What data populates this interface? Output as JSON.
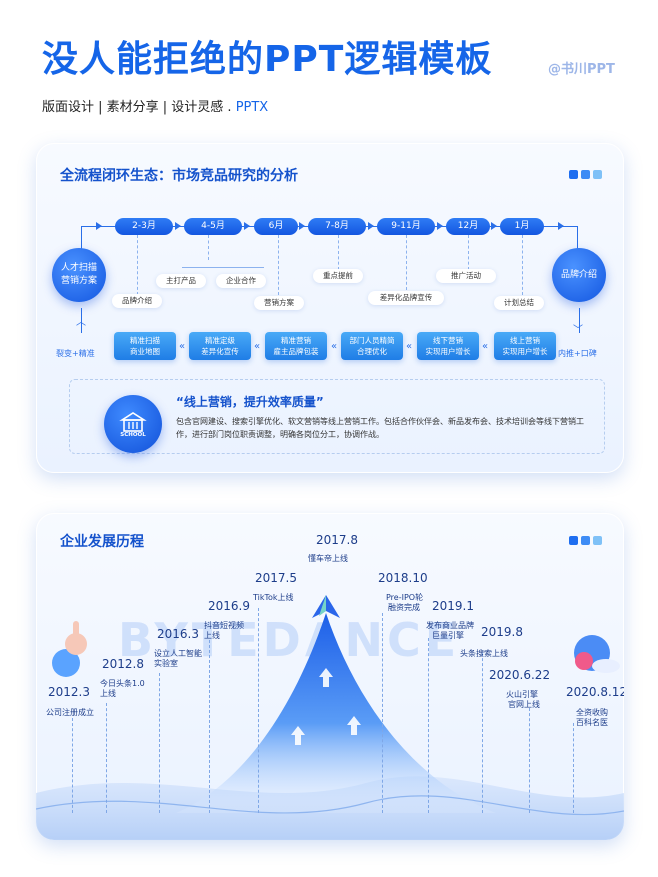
{
  "header": {
    "title": "没人能拒绝的PPT逻辑模板",
    "brand": "@书川PPT",
    "subtitle_main": "版面设计 | 素材分享 | 设计灵感 . ",
    "subtitle_accent": "PPTX"
  },
  "colors": {
    "accent": "#1565e8",
    "dark_blue": "#1452cc",
    "light_blue": "#49aaf7"
  },
  "card1": {
    "title": "全流程闭环生态：市场竞品研究的分析",
    "left_circle": [
      "人才扫描",
      "营销方案"
    ],
    "right_circle": "品牌介绍",
    "top_pills": [
      "2-3月",
      "4-5月",
      "6月",
      "7-8月",
      "9-11月",
      "12月",
      "1月"
    ],
    "notes": [
      "品牌介绍",
      "主打产品",
      "企业合作",
      "营销方案",
      "重点提前",
      "差异化品牌宣传",
      "推广活动",
      "计划总结"
    ],
    "bottom_boxes": [
      [
        "精准扫描",
        "商业地图"
      ],
      [
        "精准定级",
        "差异化宣传"
      ],
      [
        "精准营销",
        "雇主品牌包装"
      ],
      [
        "部门人员精简",
        "合理优化"
      ],
      [
        "线下营销",
        "实现用户增长"
      ],
      [
        "线上营销",
        "实现用户增长"
      ]
    ],
    "left_label": "裂变+精准",
    "right_label": "内推+口碑",
    "quote_title": "“线上营销，提升效率质量”",
    "quote_text": "包含官网建设、搜索引擎优化、软文营销等线上营销工作。包括合作伙伴会、新品发布会、技术培训会等线下营销工作，进行部门岗位职责调整，明确各岗位分工，协调作战。",
    "school_label": "SCHOOL"
  },
  "card2": {
    "title": "企业发展历程",
    "watermark": "BYTEDANCE",
    "milestones": [
      {
        "year": "2012.3",
        "event": [
          "公司注册成立"
        ]
      },
      {
        "year": "2012.8",
        "event": [
          "今日头条1.0",
          "上线"
        ]
      },
      {
        "year": "2016.3",
        "event": [
          "设立人工智能",
          "实验室"
        ]
      },
      {
        "year": "2016.9",
        "event": [
          "抖音短视频",
          "上线"
        ]
      },
      {
        "year": "2017.5",
        "event": [
          "TikTok上线"
        ]
      },
      {
        "year": "2017.8",
        "event": [
          "懂车帝上线"
        ]
      },
      {
        "year": "2018.10",
        "event": [
          "Pre-IPO轮",
          "融资完成"
        ]
      },
      {
        "year": "2019.1",
        "event": [
          "发布商业品牌",
          "巨量引擎"
        ]
      },
      {
        "year": "2019.8",
        "event": [
          "头条搜索上线"
        ]
      },
      {
        "year": "2020.6.22",
        "event": [
          "火山引擎",
          "官网上线"
        ]
      },
      {
        "year": "2020.8.12",
        "event": [
          "全资收购",
          "百科名医"
        ]
      }
    ]
  }
}
